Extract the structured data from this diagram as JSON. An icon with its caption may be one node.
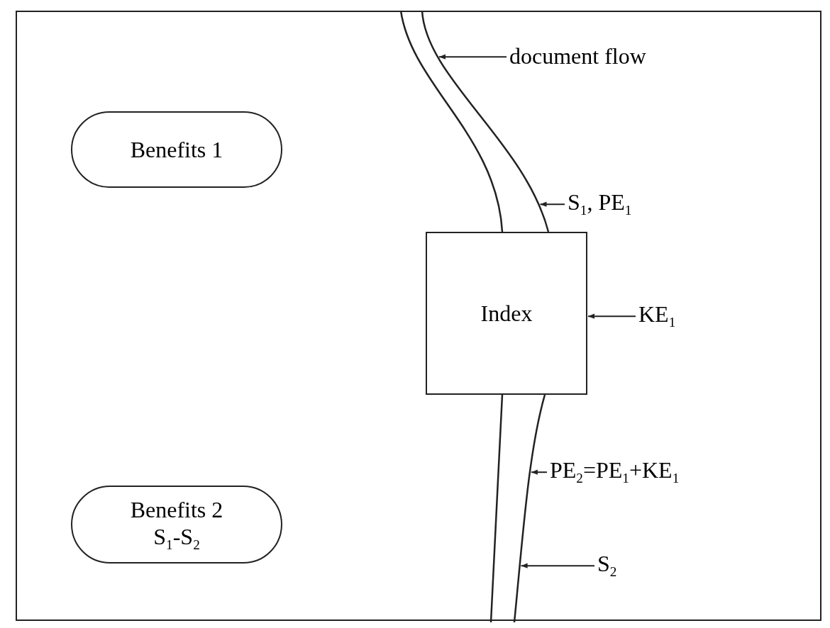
{
  "diagram": {
    "nodes": [
      {
        "text": [
          "Benefits 1"
        ]
      },
      {
        "text": [],
        "shape": "band"
      },
      {
        "text": [
          "Index"
        ]
      },
      {
        "text": [],
        "shape": "band"
      },
      {
        "text": [
          "Benefits 2",
          "S$_{1}$-S$_{2}$"
        ]
      },
      {
        "text": [
          "document flow"
        ]
      },
      {
        "text": [
          "S$_{1}$, PE$_{1}$"
        ]
      },
      {
        "text": [
          "KE$_{1}$"
        ]
      },
      {
        "text": [
          "PE$_{2}$=PE$_{1}$+KE$_{1}$"
        ]
      },
      {
        "text": [
          "S$_{2}$"
        ]
      }
    ],
    "edges": [
      {
        "from": 5,
        "to": 1,
        "arrow": "to"
      },
      {
        "from": 6,
        "to": 1,
        "arrow": "to"
      },
      {
        "from": 7,
        "to": 2,
        "arrow": "to"
      },
      {
        "from": 8,
        "to": 3,
        "arrow": "to"
      },
      {
        "from": 9,
        "to": 3,
        "arrow": "to"
      }
    ]
  }
}
